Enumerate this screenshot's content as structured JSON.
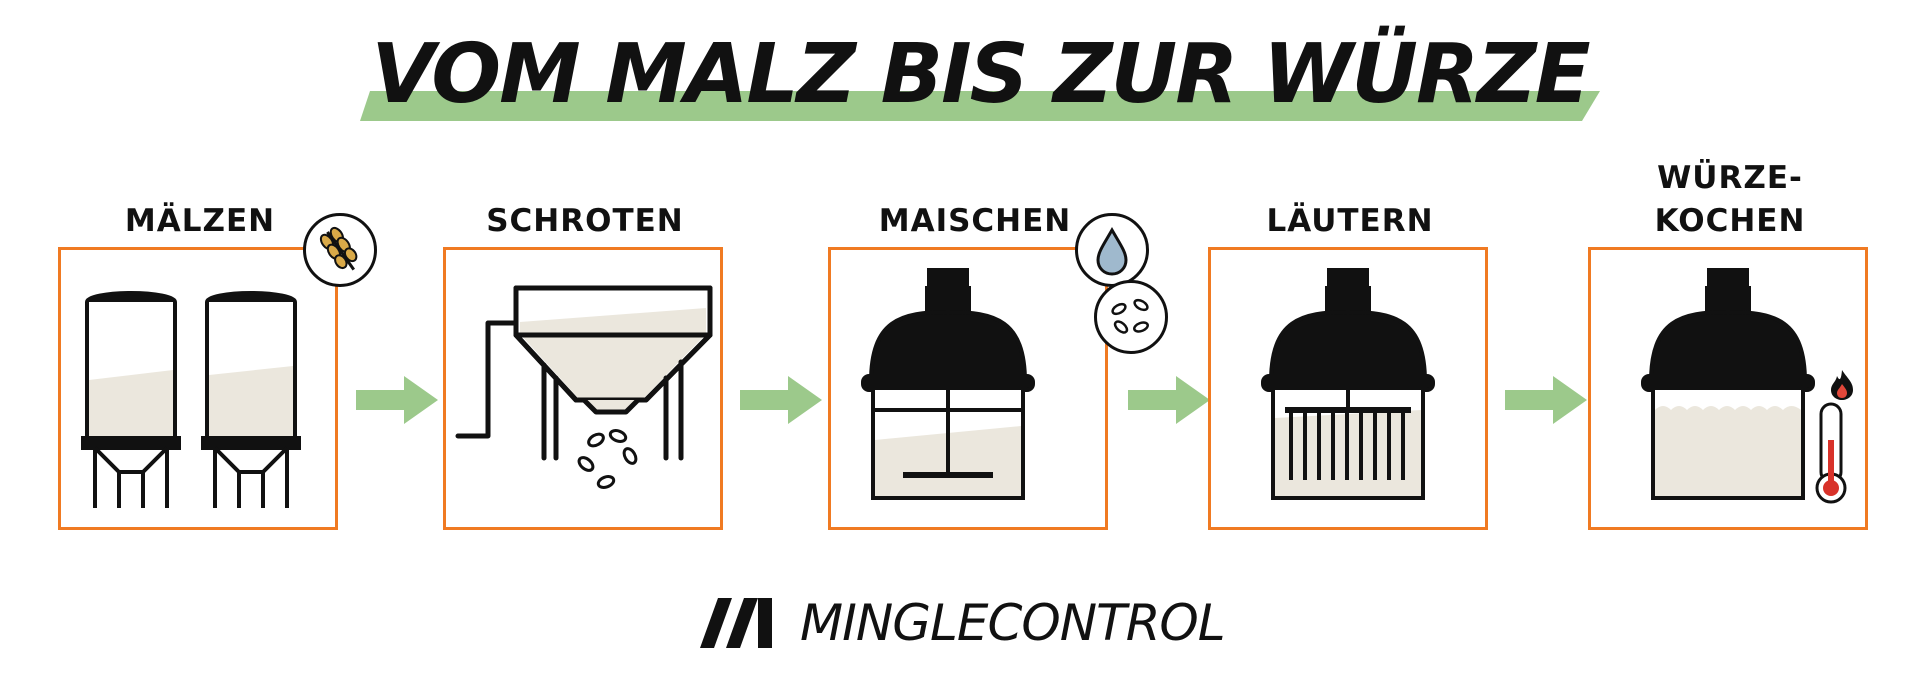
{
  "title": "VOM MALZ BIS ZUR WÜRZE",
  "colors": {
    "accent_box": "#f07a22",
    "accent_arrow": "#9cc98b",
    "fill_liquid": "#ebe7dd",
    "ink": "#111111"
  },
  "steps": [
    {
      "label": "MÄLZEN",
      "icon": "twin-silo-illustration",
      "badge_icons": [
        "wheat-grain-icon"
      ]
    },
    {
      "label": "SCHROTEN",
      "icon": "grain-mill-hopper-illustration",
      "badge_icons": []
    },
    {
      "label": "MAISCHEN",
      "icon": "mash-tun-illustration",
      "badge_icons": [
        "water-drop-icon",
        "malt-grains-icon"
      ]
    },
    {
      "label": "LÄUTERN",
      "icon": "lauter-tun-illustration",
      "badge_icons": []
    },
    {
      "label_lines": [
        "WÜRZE-",
        "KOCHEN"
      ],
      "icon": "wort-kettle-illustration",
      "badge_icons": [
        "flame-icon",
        "thermometer-icon"
      ]
    }
  ],
  "arrows": [
    "arrow-right-icon",
    "arrow-right-icon",
    "arrow-right-icon",
    "arrow-right-icon"
  ],
  "brand": {
    "name": "MINGLECONTROL",
    "logo_icon": "mc-logo-icon"
  }
}
